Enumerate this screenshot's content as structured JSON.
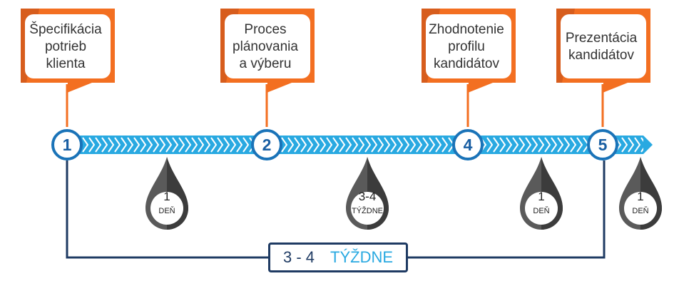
{
  "colors": {
    "orange": "#f36f21",
    "blue": "#1a73b8",
    "cyan": "#29a9e1",
    "navy": "#1f3b63",
    "grey": "#5a5a5a"
  },
  "callouts": [
    {
      "text": "Špecifikácia\npotrieb\nklienta"
    },
    {
      "text": "Proces\nplánovania\na výberu"
    },
    {
      "text": "Zhodnotenie\nprofilu\nkandidátov"
    },
    {
      "text": "Prezentácia\nkandidátov"
    }
  ],
  "steps": [
    "1",
    "2",
    "4",
    "5"
  ],
  "durations": [
    {
      "value": "1",
      "unit": "DEŇ"
    },
    {
      "value": "3-4",
      "unit": "TÝŽDNE"
    },
    {
      "value": "1",
      "unit": "DEŇ"
    },
    {
      "value": "1",
      "unit": "DEŇ"
    }
  ],
  "total": {
    "value": "3 - 4",
    "unit": "TÝŽDNE"
  }
}
